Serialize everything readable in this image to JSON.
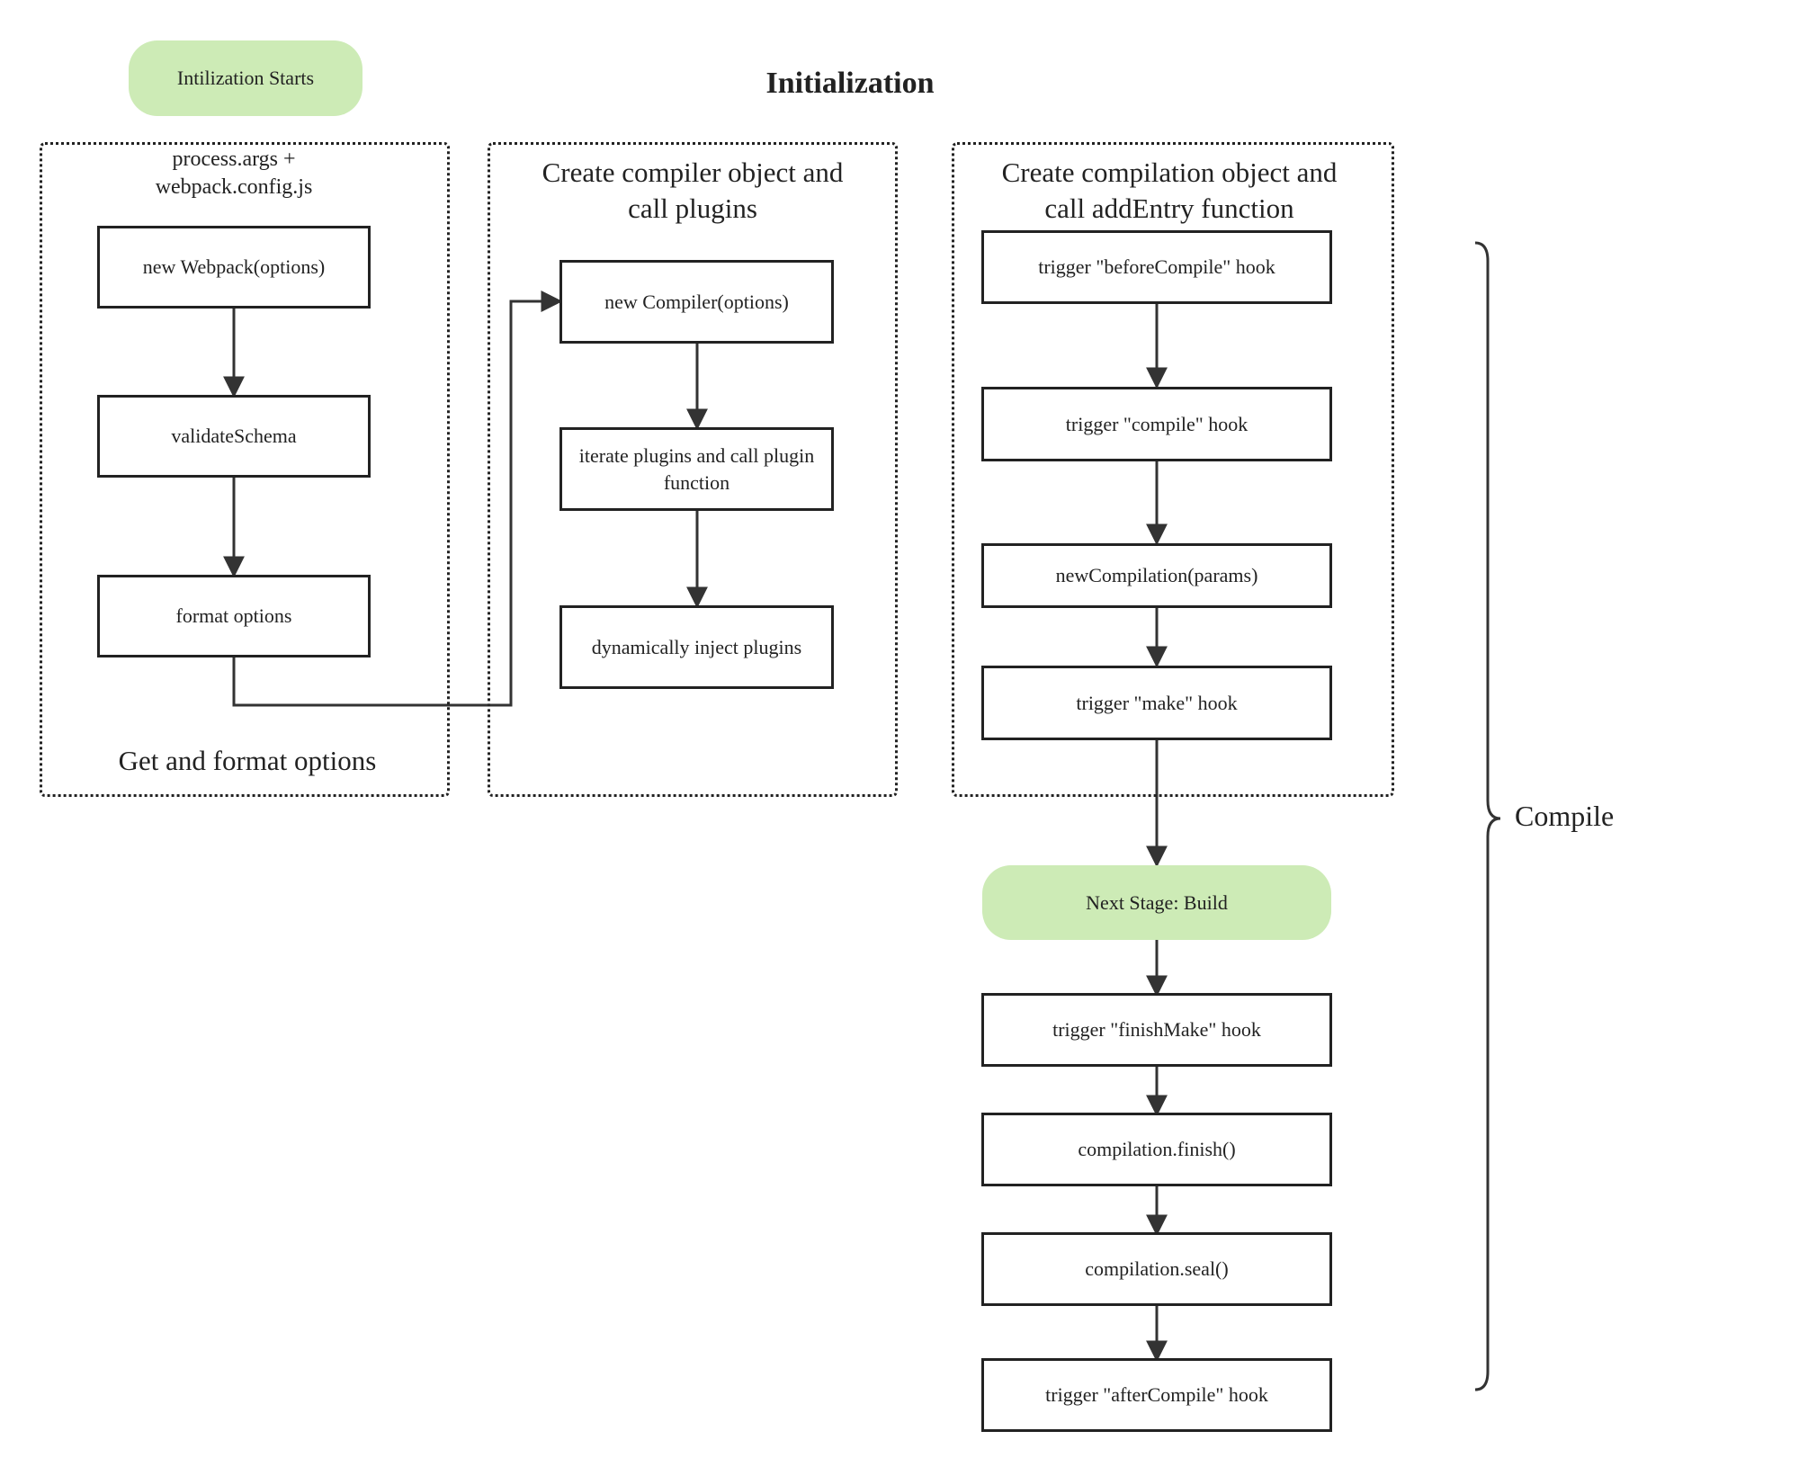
{
  "title": "Initialization",
  "terminals": {
    "start": "Intilization Starts",
    "next_stage": "Next Stage: Build"
  },
  "groups": {
    "options": {
      "header": "process.args + webpack.config.js",
      "footer": "Get and format options",
      "steps": [
        "new Webpack(options)",
        "validateSchema",
        "format options"
      ]
    },
    "compiler": {
      "header": "Create compiler object and call plugins",
      "steps": [
        "new Compiler(options)",
        "iterate plugins and call plugin function",
        "dynamically inject plugins"
      ]
    },
    "compilation": {
      "header": "Create compilation object and call addEntry function",
      "steps": [
        "trigger \"beforeCompile\" hook",
        "trigger \"compile\" hook",
        "newCompilation(params)",
        "trigger \"make\" hook"
      ]
    }
  },
  "build_steps": [
    "trigger \"finishMake\" hook",
    "compilation.finish()",
    "compilation.seal()",
    "trigger \"afterCompile\" hook"
  ],
  "brace_label": "Compile",
  "colors": {
    "terminal_fill": "#cdebb6",
    "stroke": "#222222"
  }
}
